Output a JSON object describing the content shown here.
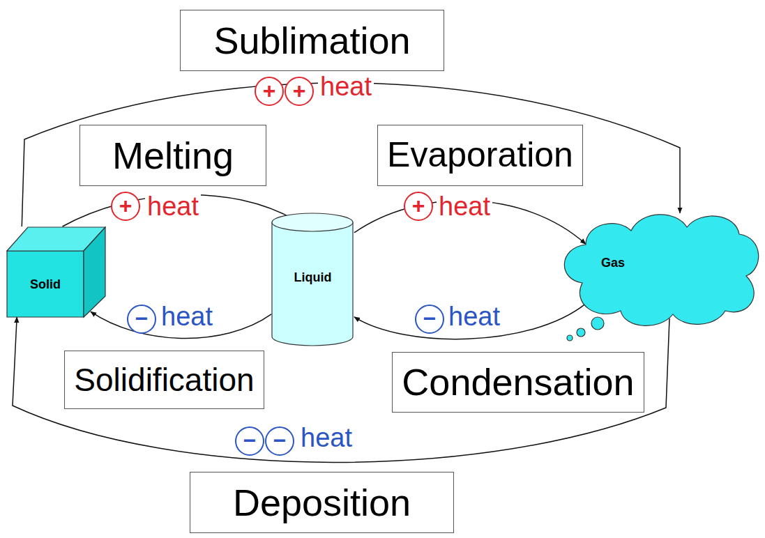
{
  "diagram": {
    "nodes": [
      {
        "text": [
          "Sublimation"
        ]
      },
      {
        "text": [
          "+"
        ]
      },
      {
        "text": [
          "+"
        ]
      },
      {
        "text": [
          "Melting"
        ]
      },
      {
        "text": [
          "Evaporation"
        ]
      },
      {
        "text": [
          "+"
        ]
      },
      {
        "text": [
          "+"
        ]
      },
      {
        "text": [
          "Solid"
        ]
      },
      {
        "text": [
          "Liquid"
        ]
      },
      {
        "text": [
          "Gas"
        ]
      },
      {
        "text": [
          "−"
        ]
      },
      {
        "text": [
          "−"
        ]
      },
      {
        "text": [
          "Solidification"
        ]
      },
      {
        "text": [
          "Condensation"
        ]
      },
      {
        "text": [
          "−"
        ]
      },
      {
        "text": [
          "−"
        ]
      },
      {
        "text": [
          "Deposition"
        ]
      }
    ],
    "edges": [
      {
        "from": 7,
        "to": 8,
        "arrow": "to"
      },
      {
        "from": 8,
        "to": 9,
        "arrow": "to"
      },
      {
        "from": 9,
        "to": 8,
        "arrow": "to"
      },
      {
        "from": 8,
        "to": 7,
        "arrow": "to"
      },
      {
        "from": 7,
        "to": 9,
        "arrow": "to"
      },
      {
        "from": 9,
        "to": 7,
        "arrow": "to"
      }
    ],
    "labels": [
      "heat",
      "heat",
      "heat",
      "heat",
      "heat",
      "heat"
    ]
  }
}
